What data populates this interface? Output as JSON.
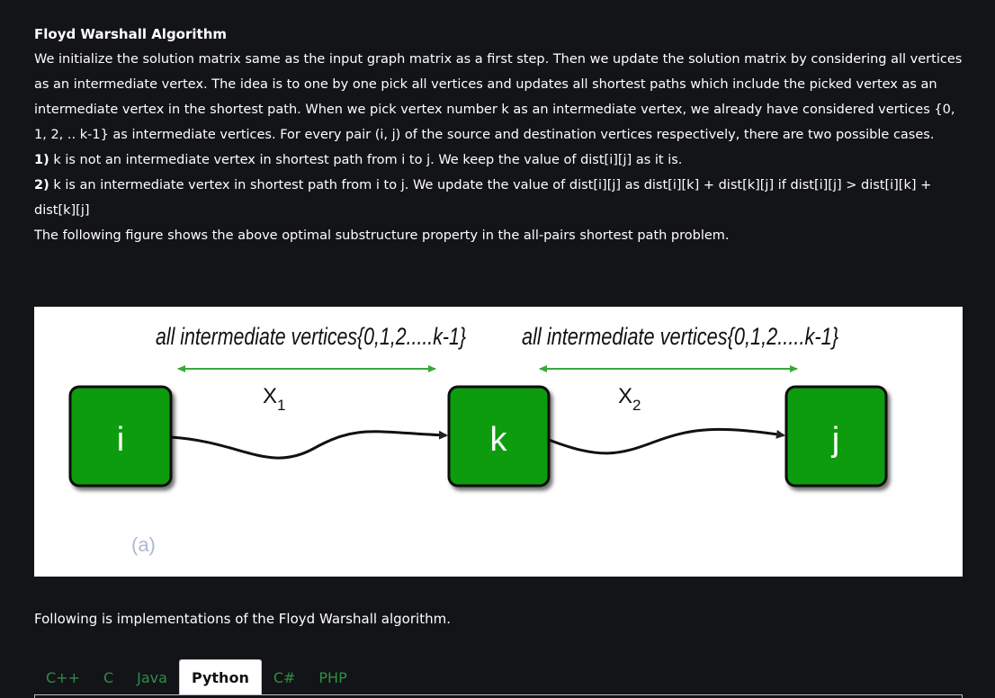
{
  "article": {
    "title": "Floyd Warshall Algorithm",
    "intro": "We initialize the solution matrix same as the input graph matrix as a first step. Then we update the solution matrix by considering all vertices as an intermediate vertex. The idea is to one by one pick all vertices and updates all shortest paths which include the picked vertex as an intermediate vertex in the shortest path. When we pick vertex number k as an intermediate vertex, we already have considered vertices {0, 1, 2, .. k-1} as intermediate vertices. For every pair (i, j) of the source and destination vertices respectively, there are two possible cases.",
    "case1_num": "1)",
    "case1_text": " k is not an intermediate vertex in shortest path from i to j. We keep the value of dist[i][j] as it is.",
    "case2_num": "2)",
    "case2_text": " k is an intermediate vertex in shortest path from i to j. We update the value of dist[i][j] as dist[i][k] + dist[k][j] if dist[i][j] > dist[i][k] + dist[k][j]",
    "figure_caption": "The following figure shows the above optimal substructure property in the all-pairs shortest path problem.",
    "implementations": "Following is implementations of the Floyd Warshall algorithm."
  },
  "figure": {
    "label_left": "all intermediate vertices{0,1,2.....k-1}",
    "label_right": "all intermediate vertices{0,1,2.....k-1}",
    "x1": "X",
    "x1_sub": "1",
    "x2": "X",
    "x2_sub": "2",
    "node_i": "i",
    "node_k": "k",
    "node_j": "j",
    "mark": "(a)",
    "node_color": "#0b9c0b",
    "arrow_color": "#3aa73a"
  },
  "tabs": [
    {
      "label": "C++",
      "active": false
    },
    {
      "label": "C",
      "active": false
    },
    {
      "label": "Java",
      "active": false
    },
    {
      "label": "Python",
      "active": true
    },
    {
      "label": "C#",
      "active": false
    },
    {
      "label": "PHP",
      "active": false
    }
  ],
  "colors": {
    "background": "#131417",
    "tab_link": "#2f8d46"
  }
}
